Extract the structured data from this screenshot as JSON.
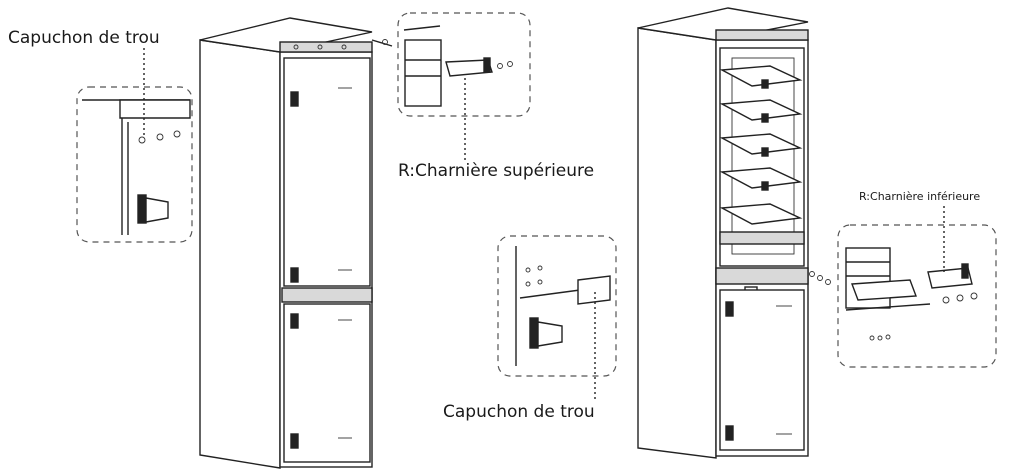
{
  "labels": {
    "hole_cap_left": "Capuchon de trou",
    "upper_hinge": "R:Charnière supérieure",
    "hole_cap_bottom": "Capuchon de trou",
    "lower_hinge": "R:Charnière inférieure"
  },
  "colors": {
    "line": "#222222",
    "dashed_callout": "#555555",
    "background": "#ffffff"
  }
}
